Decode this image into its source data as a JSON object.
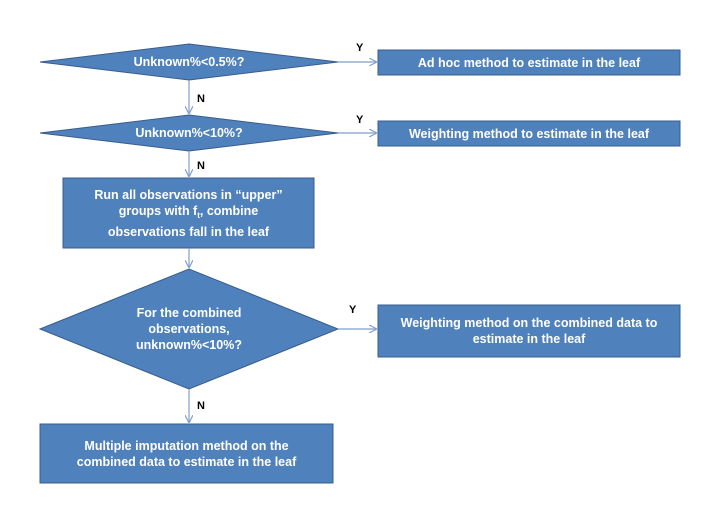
{
  "colors": {
    "fill": "#4F81BD",
    "stroke": "#385D8A",
    "arrow": "#7F9FCF",
    "text": "#FFFFFF"
  },
  "nodes": {
    "decision1": {
      "text": "Unknown%<0.5%?"
    },
    "decision2": {
      "text": "Unknown%<10%?"
    },
    "process_run": {
      "line1": "Run all observations in “upper”",
      "line2_pre": "groups with f",
      "line2_sub": "t",
      "line2_post": ", combine",
      "line3": "observations fall in the leaf"
    },
    "decision3": {
      "text": "For the combined observations, unknown%<10%?"
    },
    "result_adhoc": {
      "text": "Ad hoc method to estimate in the leaf"
    },
    "result_weighting": {
      "text": "Weighting method to estimate in the leaf"
    },
    "result_weighting_combined": {
      "text": "Weighting method on the combined data to estimate in the leaf"
    },
    "result_multiple": {
      "text": "Multiple imputation method on the combined data to estimate in the leaf"
    }
  },
  "edge_labels": {
    "yes": "Y",
    "no": "N"
  }
}
